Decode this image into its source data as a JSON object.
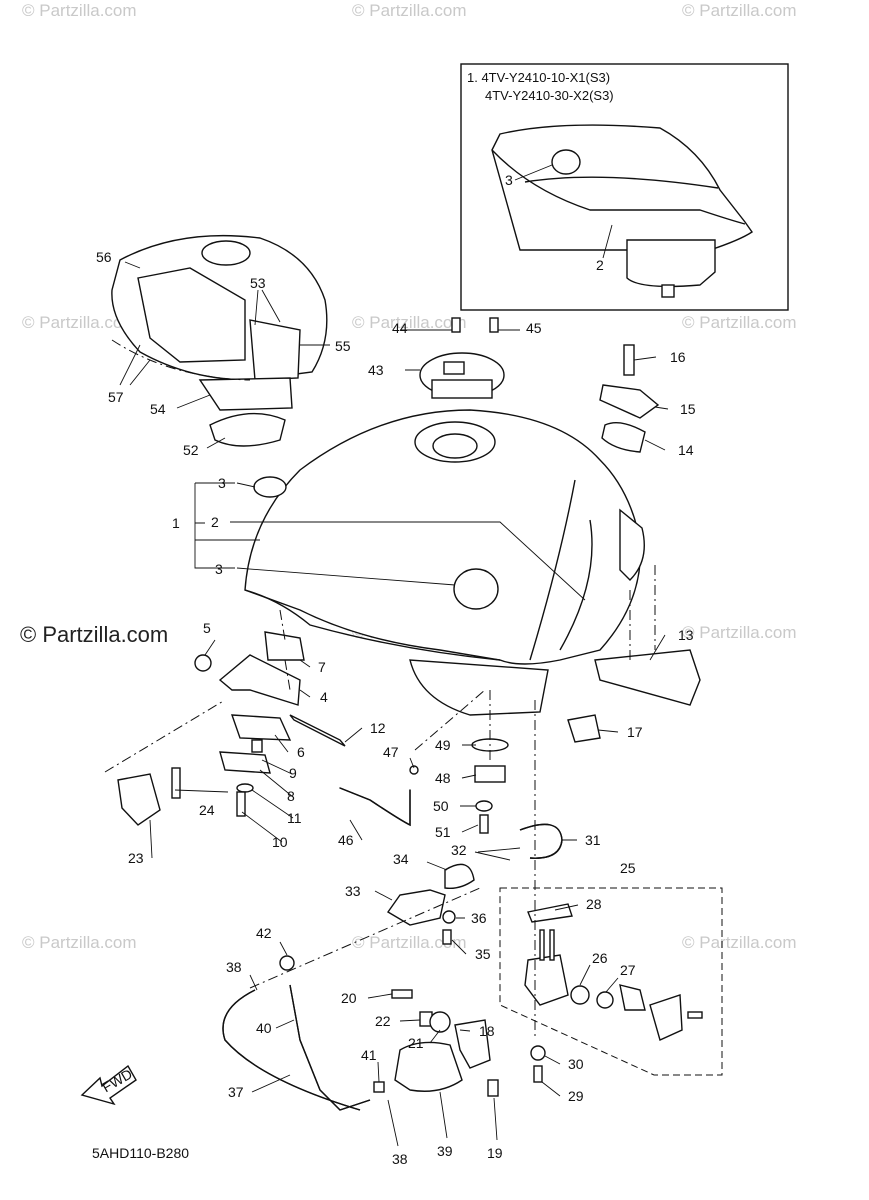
{
  "watermark": "© Partzilla.com",
  "watermark_main": "© Partzilla.com",
  "inset": {
    "line1": "1. 4TV-Y2410-10-X1(S3)",
    "line2": "4TV-Y2410-30-X2(S3)",
    "callouts": [
      "3",
      "2"
    ]
  },
  "diagram_code": "5AHD110-B280",
  "fwd_label": "FWD",
  "callouts": [
    "56",
    "53",
    "55",
    "57",
    "54",
    "52",
    "44",
    "45",
    "43",
    "16",
    "15",
    "14",
    "3",
    "1",
    "2",
    "3",
    "5",
    "13",
    "7",
    "4",
    "12",
    "6",
    "17",
    "47",
    "49",
    "9",
    "8",
    "48",
    "24",
    "11",
    "50",
    "51",
    "10",
    "46",
    "31",
    "23",
    "32",
    "34",
    "25",
    "33",
    "28",
    "36",
    "42",
    "35",
    "26",
    "27",
    "38",
    "20",
    "22",
    "18",
    "21",
    "40",
    "41",
    "30",
    "37",
    "29",
    "39",
    "38",
    "19"
  ]
}
